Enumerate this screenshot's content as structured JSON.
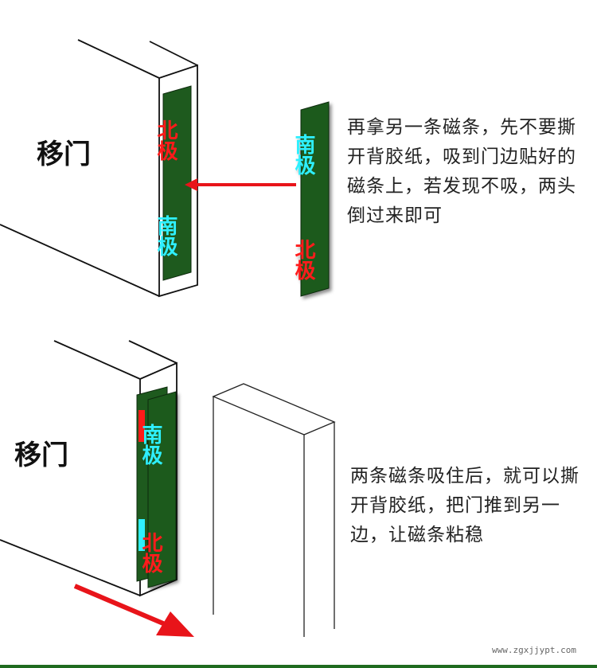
{
  "panel1": {
    "door_label": "移门",
    "fixed_strip": {
      "top_pole": "北极",
      "bottom_pole": "南极"
    },
    "loose_strip": {
      "top_pole": "南极",
      "bottom_pole": "北极"
    },
    "caption": "再拿另一条磁条，先不要撕开背胶纸，吸到门边贴好的磁条上，若发现不吸，两头倒过来即可"
  },
  "panel2": {
    "door_label": "移门",
    "front_strip": {
      "top_pole": "南极",
      "bottom_pole": "北极"
    },
    "caption": "两条磁条吸住后，就可以撕开背胶纸，把门推到另一边，让磁条粘稳"
  },
  "watermark": "www.zgxjjypt.com",
  "colors": {
    "strip": "#1e5a1e",
    "north": "#ff1a1a",
    "south": "#2ff0ff",
    "arrow": "#e8141a",
    "bottom_bar": "#1f6b1f"
  }
}
